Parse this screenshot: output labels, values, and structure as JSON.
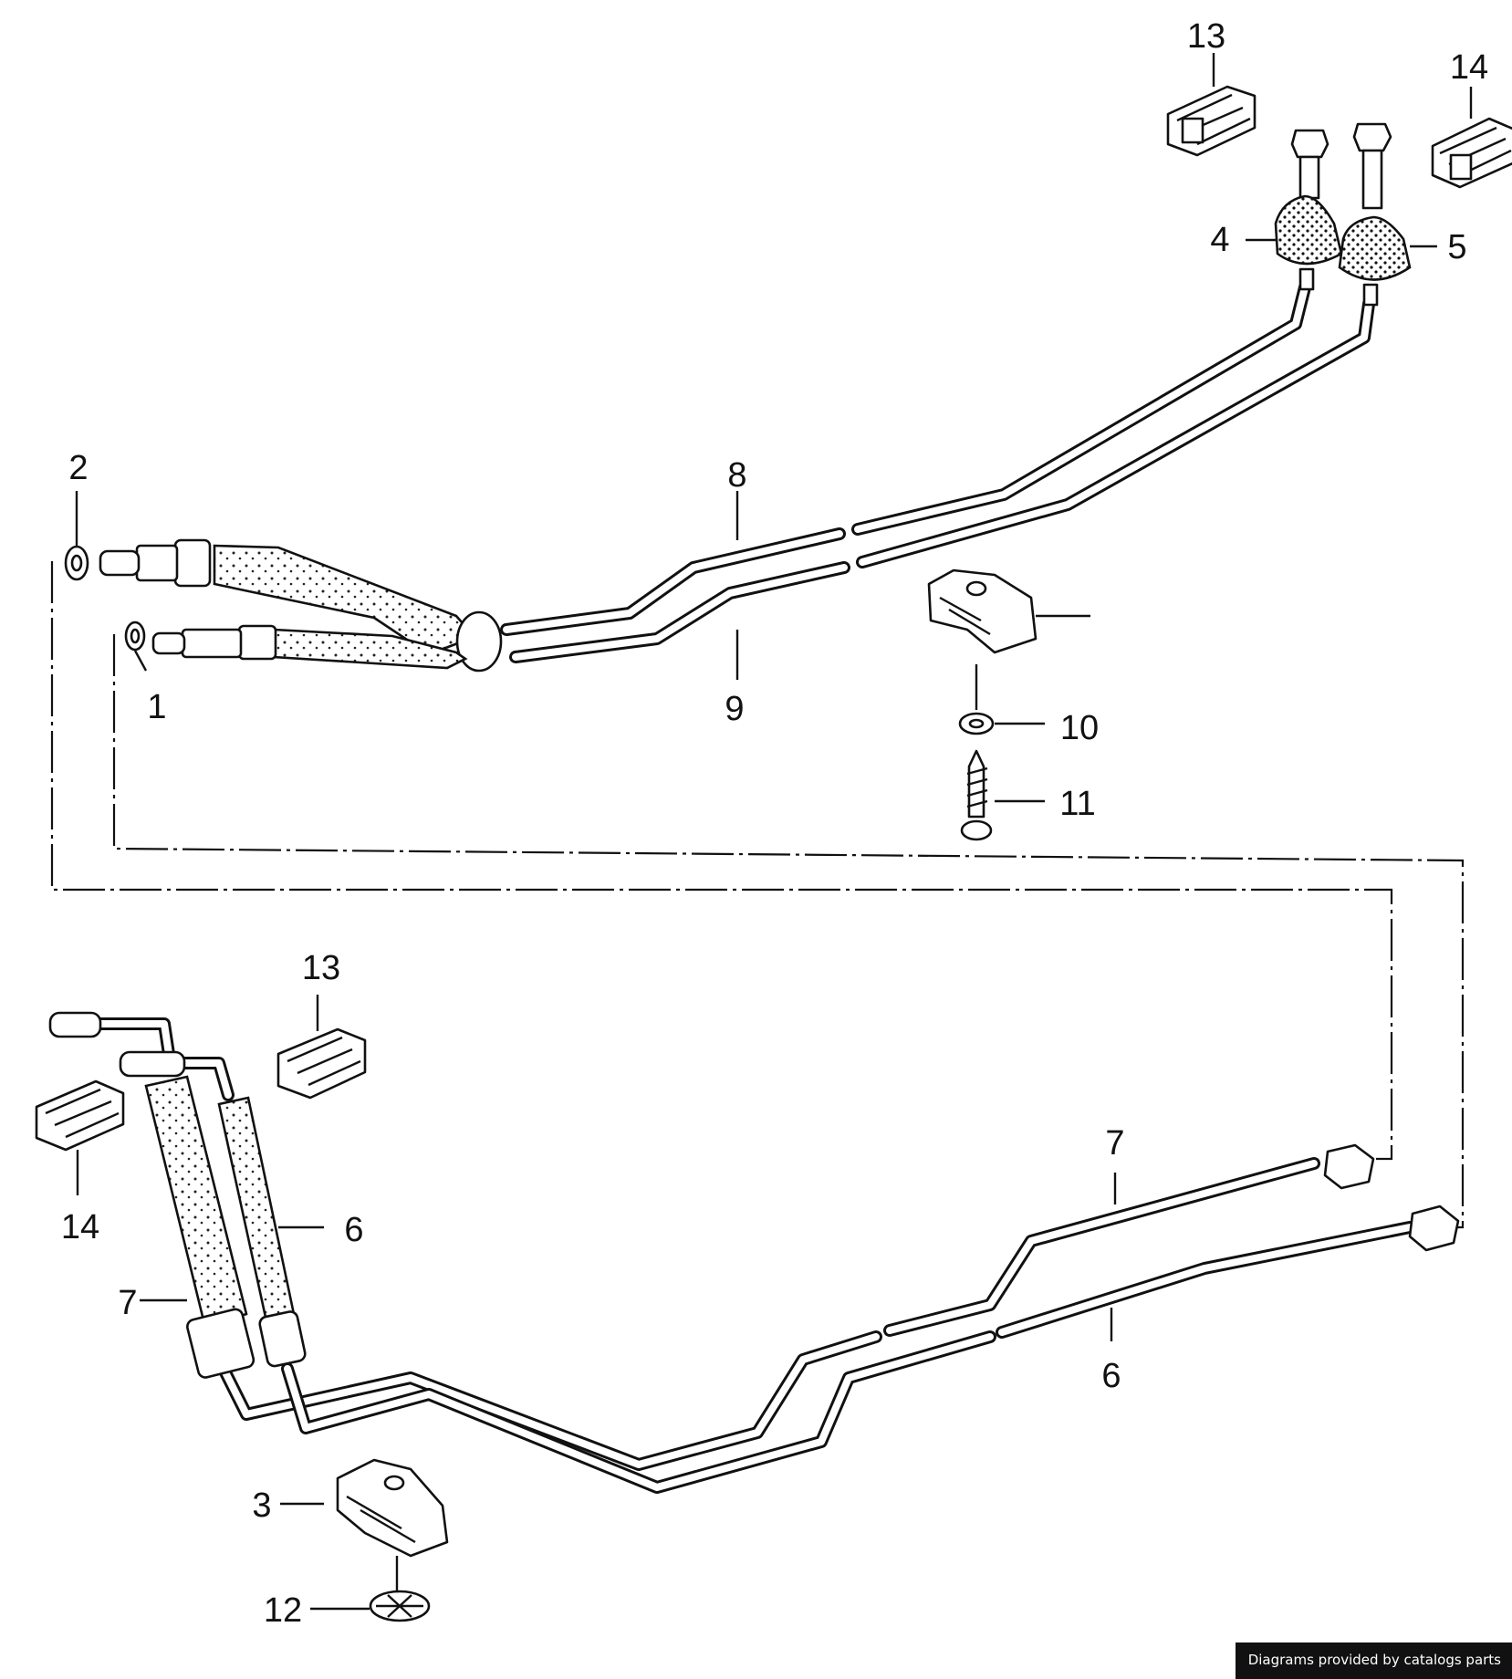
{
  "diagram": {
    "callouts": [
      "1",
      "2",
      "3",
      "4",
      "5",
      "6",
      "6",
      "7",
      "7",
      "8",
      "9",
      "10",
      "11",
      "12",
      "13",
      "13",
      "14",
      "14"
    ]
  },
  "footer": {
    "credit": "Diagrams provided by catalogs parts"
  },
  "colors": {
    "ink": "#111111",
    "background": "#ffffff",
    "credit_background": "#111111",
    "credit_text": "#ffffff"
  }
}
